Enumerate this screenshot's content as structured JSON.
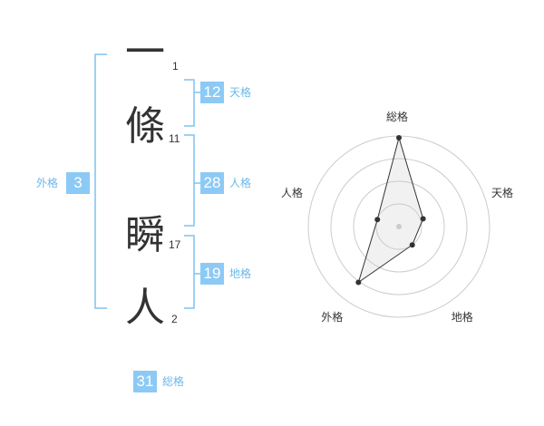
{
  "name_chars": [
    {
      "char": "一",
      "strokes": "1"
    },
    {
      "char": "條",
      "strokes": "11"
    },
    {
      "char": "瞬",
      "strokes": "17"
    },
    {
      "char": "人",
      "strokes": "2"
    }
  ],
  "kaku": {
    "ten": {
      "value": "12",
      "label": "天格"
    },
    "jin": {
      "value": "28",
      "label": "人格"
    },
    "chi": {
      "value": "19",
      "label": "地格"
    },
    "gai": {
      "value": "3",
      "label": "外格"
    },
    "sou": {
      "value": "31",
      "label": "総格"
    }
  },
  "colors": {
    "accent": "#8ccaf5",
    "accent_text": "#6bb8ea",
    "bracket": "#7cc4f4"
  },
  "chart_data": {
    "type": "radar",
    "axes": [
      "総格",
      "天格",
      "地格",
      "外格",
      "人格"
    ],
    "values": [
      0.98,
      0.28,
      0.25,
      0.76,
      0.25
    ],
    "rings": 4,
    "max": 1
  }
}
